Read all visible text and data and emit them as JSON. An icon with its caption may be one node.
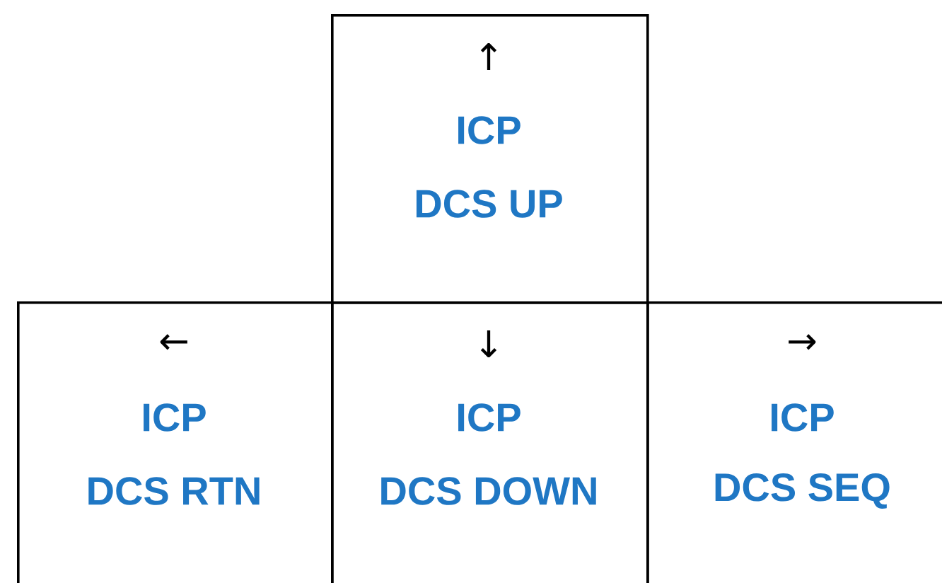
{
  "diagram": {
    "nodes": [
      {
        "text": [
          "↑",
          "ICP",
          "DCS UP"
        ]
      },
      {
        "text": [
          "←",
          "ICP",
          "DCS RTN"
        ]
      },
      {
        "text": [
          "↓",
          "ICP",
          "DCS DOWN"
        ]
      },
      {
        "text": [
          "→",
          "ICP",
          "DCS SEQ"
        ]
      }
    ]
  }
}
